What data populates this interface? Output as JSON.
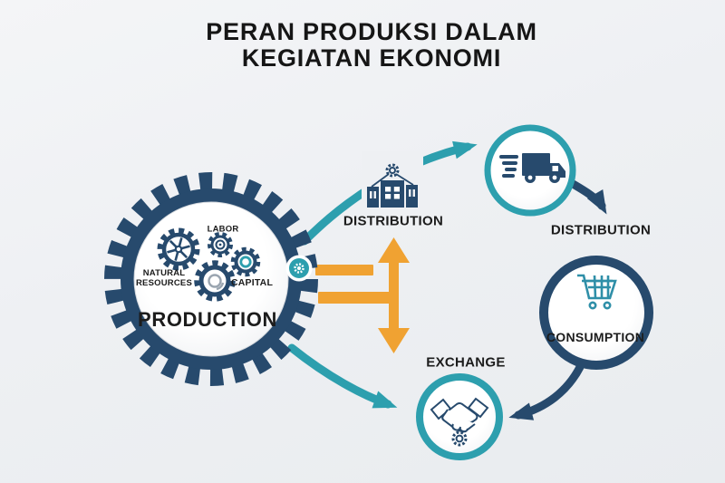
{
  "title": {
    "line1": "PERAN PRODUKSI DALAM",
    "line2": "KEGIATAN EKONOMI"
  },
  "production": {
    "label": "PRODUCTION",
    "factors": {
      "labor": "LABOR",
      "natural_resources": "NATURAL RESOURCES",
      "capital": "CAPITAL"
    },
    "badge_icon": "gear-idea-icon"
  },
  "stages": {
    "distribution_center": {
      "label": "DISTRIBUTION",
      "icon": "factory-icon"
    },
    "distribution_right": {
      "label": "DISTRIBUTION",
      "icon": "delivery-truck-icon"
    },
    "consumption": {
      "label": "CONSUMPTION",
      "icon": "shopping-cart-icon"
    },
    "exchange": {
      "label": "EXCHANGE",
      "icon": "handshake-icon"
    }
  },
  "colors": {
    "navy": "#274a6d",
    "teal": "#2d9fae",
    "orange": "#f0a232",
    "text": "#1c1c1c",
    "background": "#eef0f3"
  }
}
